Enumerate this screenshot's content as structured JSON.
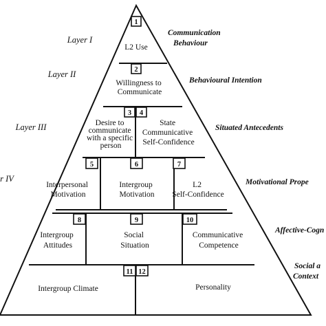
{
  "layers": {
    "l1": "Layer I",
    "l2": "Layer II",
    "l3": "Layer III",
    "l4": "r IV"
  },
  "categories": {
    "c1a": "Communication",
    "c1b": "Behaviour",
    "c2": "Behavioural Intention",
    "c3": "Situated Antecedents",
    "c4": "Motivational Prope",
    "c5": "Affective-Cogn",
    "c6a": "Social a",
    "c6b": "Context"
  },
  "boxes": {
    "b1": {
      "num": "1",
      "lines": [
        "L2 Use"
      ]
    },
    "b2": {
      "num": "2",
      "lines": [
        "Willingness to",
        "Communicate"
      ]
    },
    "b3": {
      "num": "3",
      "lines": [
        "Desire to",
        "communicate",
        "with a specific",
        "person"
      ]
    },
    "b4": {
      "num": "4",
      "lines": [
        "State",
        "Communicative",
        "Self-Confidence"
      ]
    },
    "b5": {
      "num": "5",
      "lines": [
        "Interpersonal",
        "Motivation"
      ]
    },
    "b6": {
      "num": "6",
      "lines": [
        "Intergroup",
        "Motivation"
      ]
    },
    "b7": {
      "num": "7",
      "lines": [
        "L2",
        "Self-Confidence"
      ]
    },
    "b8": {
      "num": "8",
      "lines": [
        "Intergroup",
        "Attitudes"
      ]
    },
    "b9": {
      "num": "9",
      "lines": [
        "Social",
        "Situation"
      ]
    },
    "b10": {
      "num": "10",
      "lines": [
        "Communicative",
        "Competence"
      ]
    },
    "b11": {
      "num": "11",
      "lines": [
        "Intergroup Climate"
      ]
    },
    "b12": {
      "num": "12",
      "lines": [
        "Personality"
      ]
    }
  }
}
